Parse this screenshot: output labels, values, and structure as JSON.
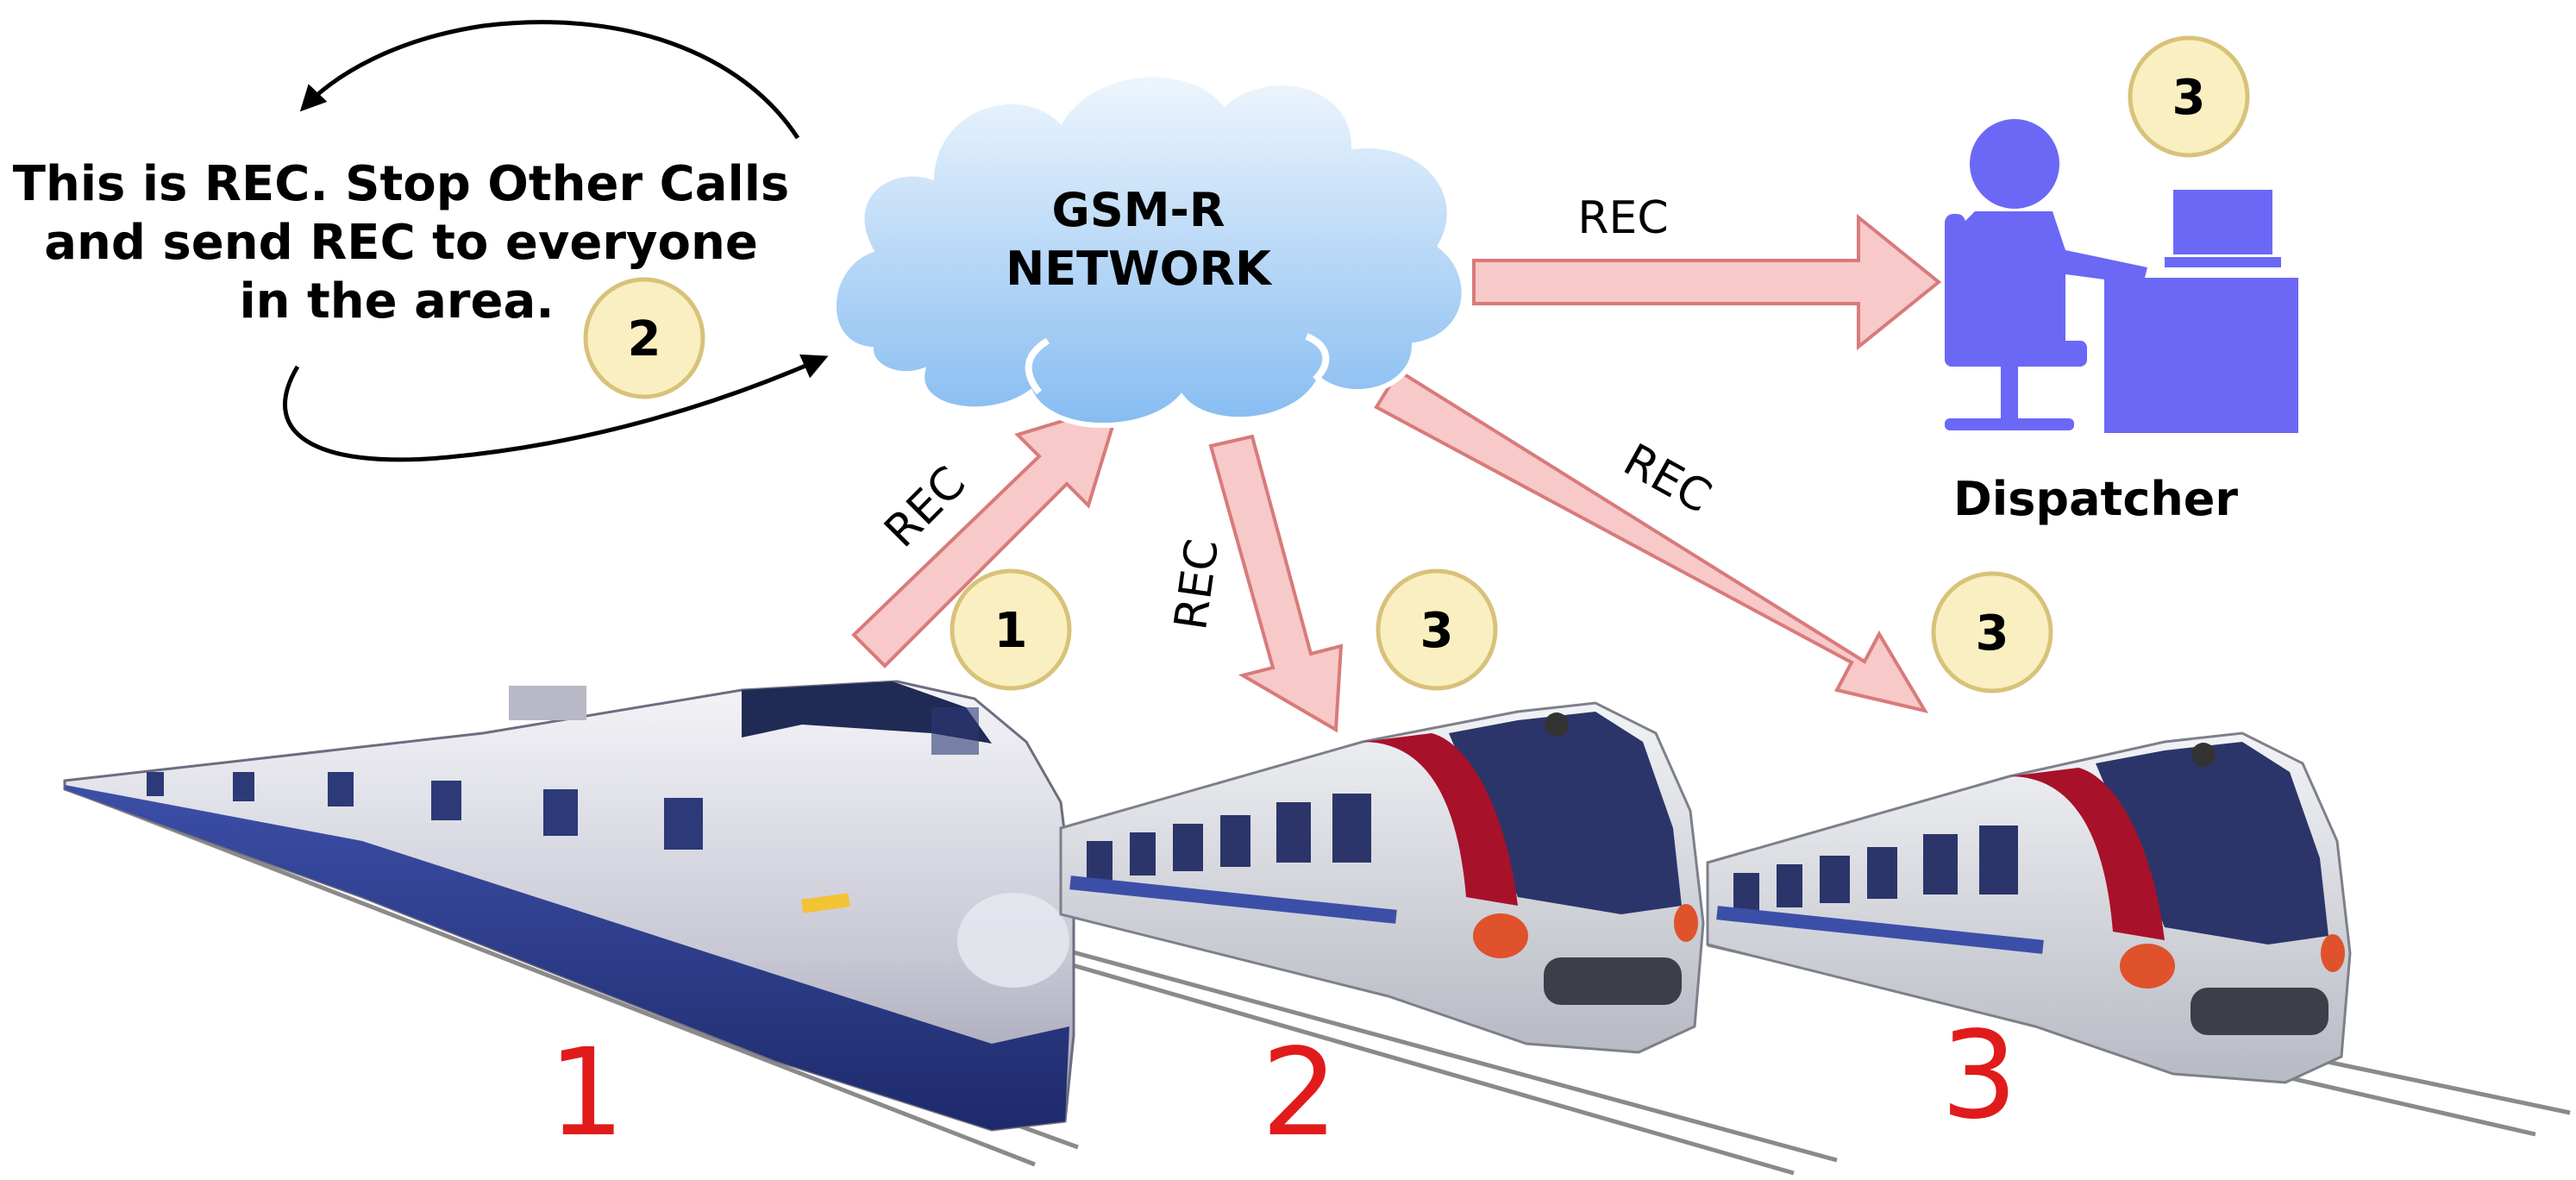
{
  "cloud": {
    "line1": "GSM-R",
    "line2": "NETWORK"
  },
  "note": {
    "line1": "This is REC. Stop Other Calls",
    "line2": "and send REC to everyone",
    "line3": "in the area."
  },
  "dispatcher": {
    "label": "Dispatcher"
  },
  "arrows": {
    "a1": "REC",
    "a2": "REC",
    "a3": "REC",
    "a4": "REC"
  },
  "badges": {
    "b_note": "2",
    "b_up": "1",
    "b_train2": "3",
    "b_train3": "3",
    "b_disp": "3"
  },
  "trains": {
    "n1": "1",
    "n2": "2",
    "n3": "3"
  },
  "colors": {
    "arrow_fill": "#f7c9c9",
    "arrow_stroke": "#d97a7a",
    "badge_fill": "#faefc0",
    "badge_stroke": "#d8c27a",
    "dispatcher": "#6b68f5",
    "train_number": "#e11b1b",
    "cloud_top": "#e3f0fc",
    "cloud_bottom": "#8cc0f2"
  }
}
